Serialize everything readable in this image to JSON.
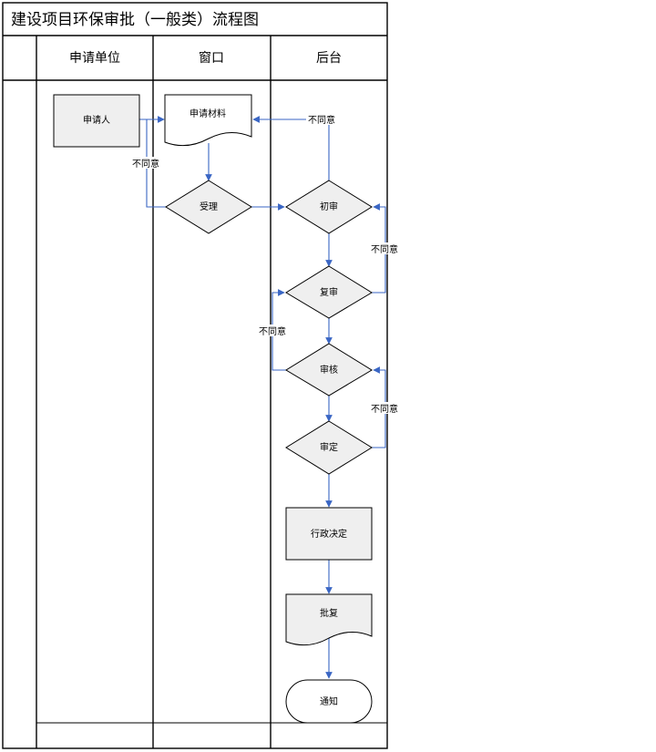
{
  "title": "建设项目环保审批（一般类）流程图",
  "lanes": [
    {
      "id": "applicant",
      "label": "申请单位"
    },
    {
      "id": "window",
      "label": "窗口"
    },
    {
      "id": "backend",
      "label": "后台"
    }
  ],
  "nodes": {
    "applicant_person": "申请人",
    "application_materials": "申请材料",
    "accept": "受理",
    "first_review": "初审",
    "second_review": "复审",
    "audit": "审核",
    "decide": "审定",
    "admin_decision": "行政决定",
    "approval_reply": "批复",
    "notify": "通知"
  },
  "edge_labels": {
    "disagree": "不同意"
  },
  "colors": {
    "connector": "#3a66c4",
    "node_fill": "#efefef",
    "line": "#000000"
  }
}
